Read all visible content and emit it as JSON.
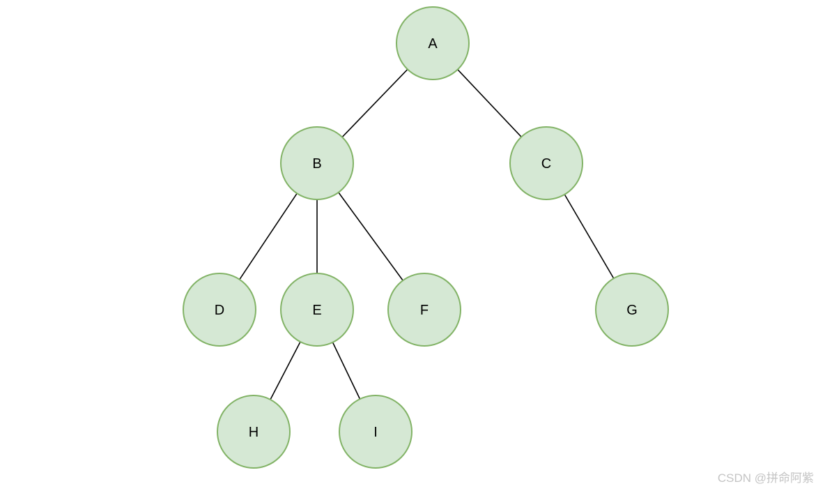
{
  "diagram": {
    "type": "tree",
    "nodes": [
      {
        "id": "A",
        "label": "A"
      },
      {
        "id": "B",
        "label": "B"
      },
      {
        "id": "C",
        "label": "C"
      },
      {
        "id": "D",
        "label": "D"
      },
      {
        "id": "E",
        "label": "E"
      },
      {
        "id": "F",
        "label": "F"
      },
      {
        "id": "G",
        "label": "G"
      },
      {
        "id": "H",
        "label": "H"
      },
      {
        "id": "I",
        "label": "I"
      }
    ],
    "edges": [
      {
        "from": "A",
        "to": "B"
      },
      {
        "from": "A",
        "to": "C"
      },
      {
        "from": "B",
        "to": "D"
      },
      {
        "from": "B",
        "to": "E"
      },
      {
        "from": "B",
        "to": "F"
      },
      {
        "from": "C",
        "to": "G"
      },
      {
        "from": "E",
        "to": "H"
      },
      {
        "from": "E",
        "to": "I"
      }
    ],
    "colors": {
      "node_fill": "#d5e8d4",
      "node_stroke": "#82b366",
      "edge": "#000000"
    }
  },
  "watermark": "CSDN @拼命阿紫"
}
